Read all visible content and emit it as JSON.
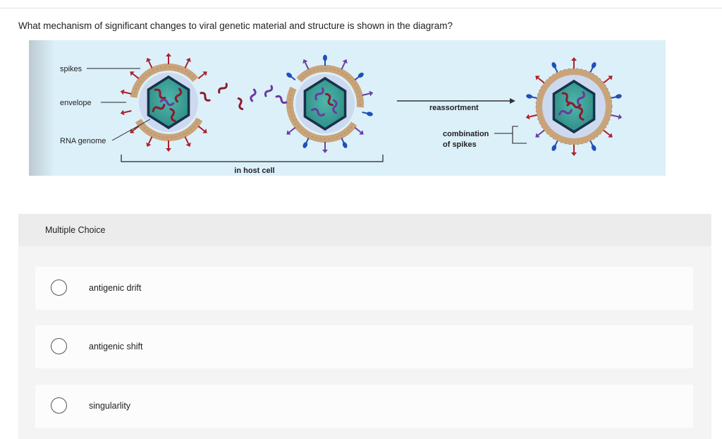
{
  "question": {
    "text": "What mechanism of significant changes to viral genetic material and structure is shown in the diagram?"
  },
  "diagram": {
    "labels": {
      "spikes": "spikes",
      "envelope": "envelope",
      "rna_genome": "RNA genome",
      "in_host_cell": "in host cell",
      "reassortment": "reassortment",
      "combination_line1": "combination",
      "combination_line2": "of spikes"
    },
    "colors": {
      "panel_background": "#dcf0fa",
      "envelope_outer": "#c9a47a",
      "envelope_inner": "#ccd9ef",
      "capsid_fill": "#3aa39b",
      "capsid_edge": "#16324a",
      "rna_red": "#8b1a2b",
      "rna_purple": "#6a3a9e",
      "spike_red": "#b0202a",
      "spike_blue": "#1f4fb8",
      "spike_purple": "#6b3fa0"
    },
    "icons": [
      "virus-red-spikes-icon",
      "virus-blue-spikes-icon",
      "virus-reassortant-icon",
      "reassortment-arrow-icon"
    ]
  },
  "multiple_choice": {
    "header": "Multiple Choice",
    "options": [
      {
        "label": "antigenic drift"
      },
      {
        "label": "antigenic shift"
      },
      {
        "label": "singularlity"
      }
    ]
  }
}
